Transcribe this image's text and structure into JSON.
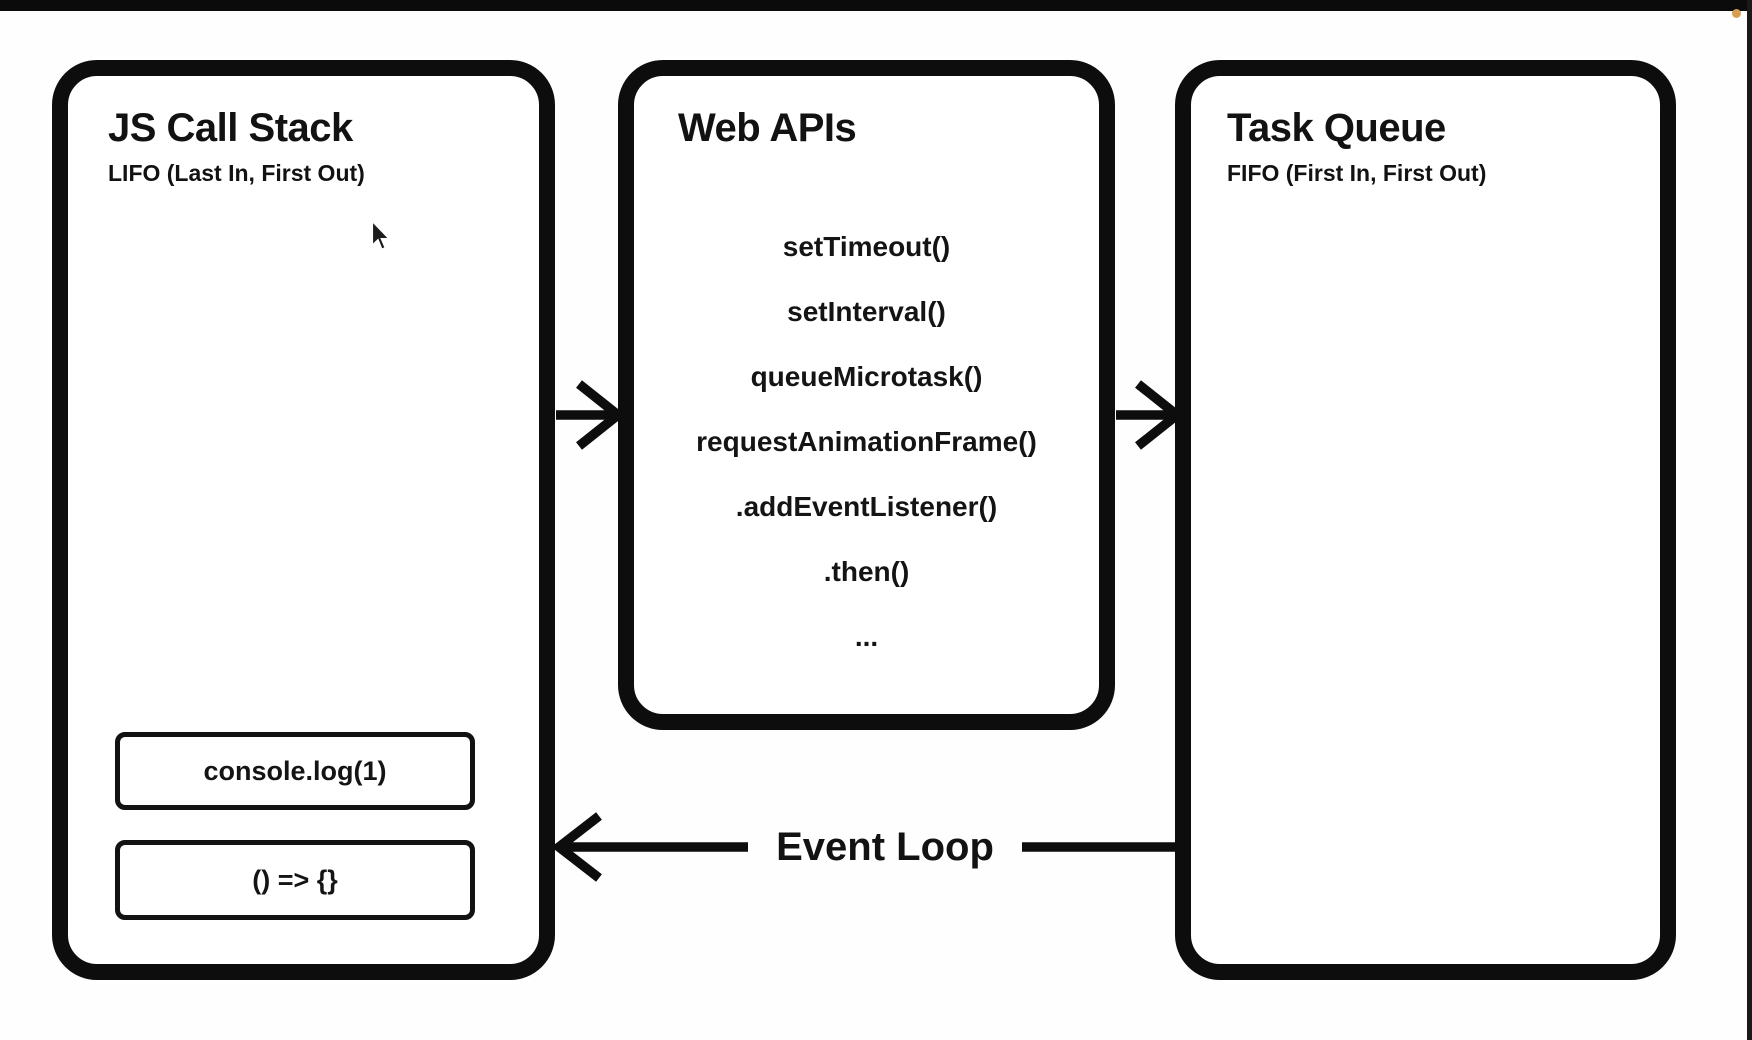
{
  "call_stack": {
    "title": "JS Call Stack",
    "subtitle": "LIFO (Last In, First Out)",
    "items": [
      "console.log(1)",
      "() => {}"
    ]
  },
  "web_apis": {
    "title": "Web APIs",
    "items": [
      "setTimeout()",
      "setInterval()",
      "queueMicrotask()",
      "requestAnimationFrame()",
      ".addEventListener()",
      ".then()",
      "..."
    ]
  },
  "task_queue": {
    "title": "Task Queue",
    "subtitle": "FIFO (First In, First Out)"
  },
  "event_loop": {
    "label": "Event Loop"
  },
  "icons": {
    "cursor": "arrow-pointer-icon",
    "record_dot": "orange-record-dot"
  },
  "colors": {
    "stroke": "#0d0d0d",
    "background": "#ffffff",
    "accent_dot": "#d6a050"
  }
}
